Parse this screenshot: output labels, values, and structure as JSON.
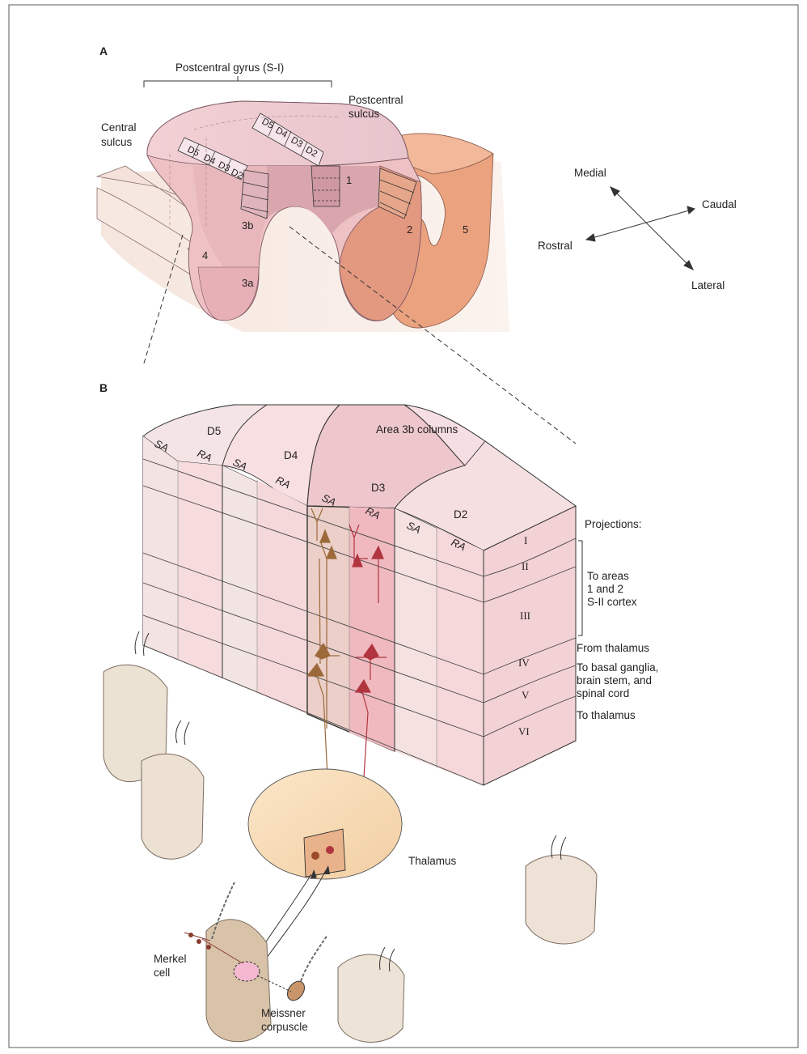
{
  "panel_a": {
    "panel_label": "A",
    "bracket_label": "Postcentral gyrus (S-I)",
    "central_sulcus": [
      "Central",
      "sulcus"
    ],
    "postcentral_sulcus": [
      "Postcentral",
      "sulcus"
    ],
    "areas": {
      "a4": "4",
      "a3a": "3a",
      "a3b": "3b",
      "a1": "1",
      "a2": "2",
      "a5": "5"
    },
    "digits_3b": [
      "D5",
      "D4",
      "D3",
      "D2"
    ],
    "digits_1": [
      "D5",
      "D4",
      "D3",
      "D2"
    ],
    "orientation": {
      "medial": "Medial",
      "caudal": "Caudal",
      "rostral": "Rostral",
      "lateral": "Lateral"
    }
  },
  "panel_b": {
    "panel_label": "B",
    "title": "Area 3b columns",
    "columns": [
      "D5",
      "D4",
      "D3",
      "D2"
    ],
    "sa": "SA",
    "ra": "RA",
    "layers": [
      "I",
      "II",
      "III",
      "IV",
      "V",
      "VI"
    ],
    "projections_header": "Projections:",
    "proj_areas": [
      "To areas",
      "1 and 2",
      "S-II cortex"
    ],
    "proj_from_thalamus": "From thalamus",
    "proj_basal": [
      "To basal ganglia,",
      "brain stem, and",
      "spinal cord"
    ],
    "proj_to_thalamus": "To thalamus",
    "thalamus": "Thalamus",
    "merkel": [
      "Merkel",
      "cell"
    ],
    "meissner": [
      "Meissner",
      "corpuscle"
    ]
  },
  "colors": {
    "border": "#5a5a5a",
    "pink_light": "#f7dcdc",
    "pink_mid": "#eec2c4",
    "pink_dark": "#dca0a6",
    "salmon": "#e9a083",
    "salmon_dark": "#d98a6c",
    "neuron_brown": "#9c6a3a",
    "neuron_red": "#b0353f",
    "thalamus": "#f6d9b3",
    "finger": "#ede3d6"
  }
}
